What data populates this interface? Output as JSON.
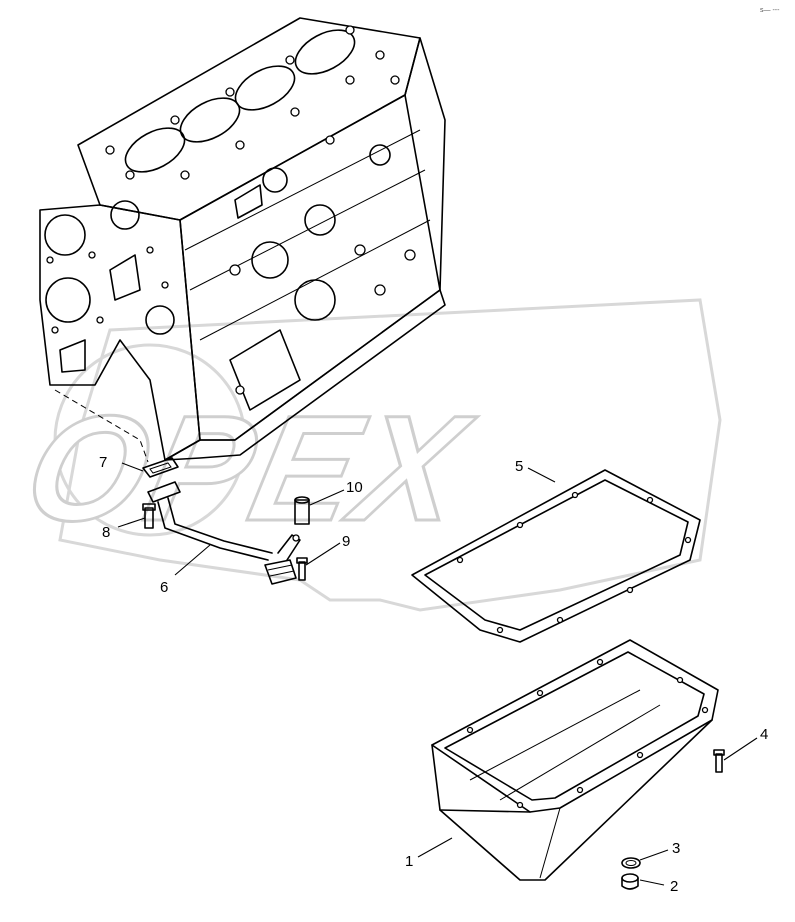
{
  "watermark": {
    "text": "OPEX",
    "color": "#cfcfcf"
  },
  "corner_mark": "s— ---",
  "callouts": [
    {
      "id": "1",
      "label": "1",
      "part": "oil-pan"
    },
    {
      "id": "2",
      "label": "2",
      "part": "drain-plug"
    },
    {
      "id": "3",
      "label": "3",
      "part": "drain-plug-washer"
    },
    {
      "id": "4",
      "label": "4",
      "part": "oil-pan-bolt"
    },
    {
      "id": "5",
      "label": "5",
      "part": "oil-pan-gasket"
    },
    {
      "id": "6",
      "label": "6",
      "part": "oil-suction-pipe"
    },
    {
      "id": "7",
      "label": "7",
      "part": "suction-pipe-gasket"
    },
    {
      "id": "8",
      "label": "8",
      "part": "suction-pipe-bolt"
    },
    {
      "id": "9",
      "label": "9",
      "part": "bracket-bolt"
    },
    {
      "id": "10",
      "label": "10",
      "part": "spacer"
    }
  ]
}
